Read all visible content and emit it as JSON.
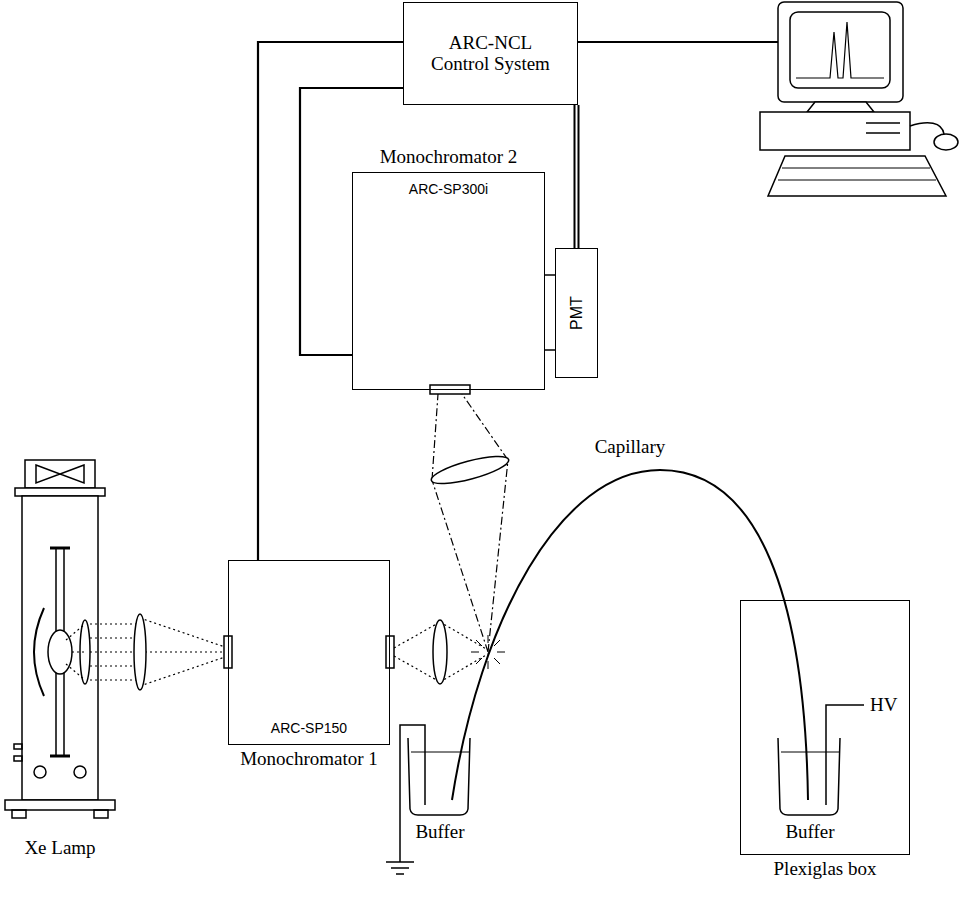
{
  "diagram": {
    "nodes": [
      {
        "text": [
          "ARC-NCL Control System"
        ]
      },
      {
        "text": [
          "Monochromator 2",
          "ARC-SP300i"
        ]
      },
      {
        "text": [
          "PMT"
        ]
      },
      {
        "text": [
          "ARC-SP150",
          "Monochromator 1"
        ]
      },
      {
        "text": [
          "Plexiglas box"
        ]
      }
    ],
    "edges": [
      {
        "from": 0,
        "to": 3,
        "arrow": "none"
      },
      {
        "from": 0,
        "to": 1,
        "arrow": "none"
      },
      {
        "from": 0,
        "to": 2,
        "arrow": "none"
      }
    ],
    "labels": [
      "Capillary",
      "Xe Lamp",
      "Buffer",
      "Buffer",
      "HV"
    ]
  }
}
